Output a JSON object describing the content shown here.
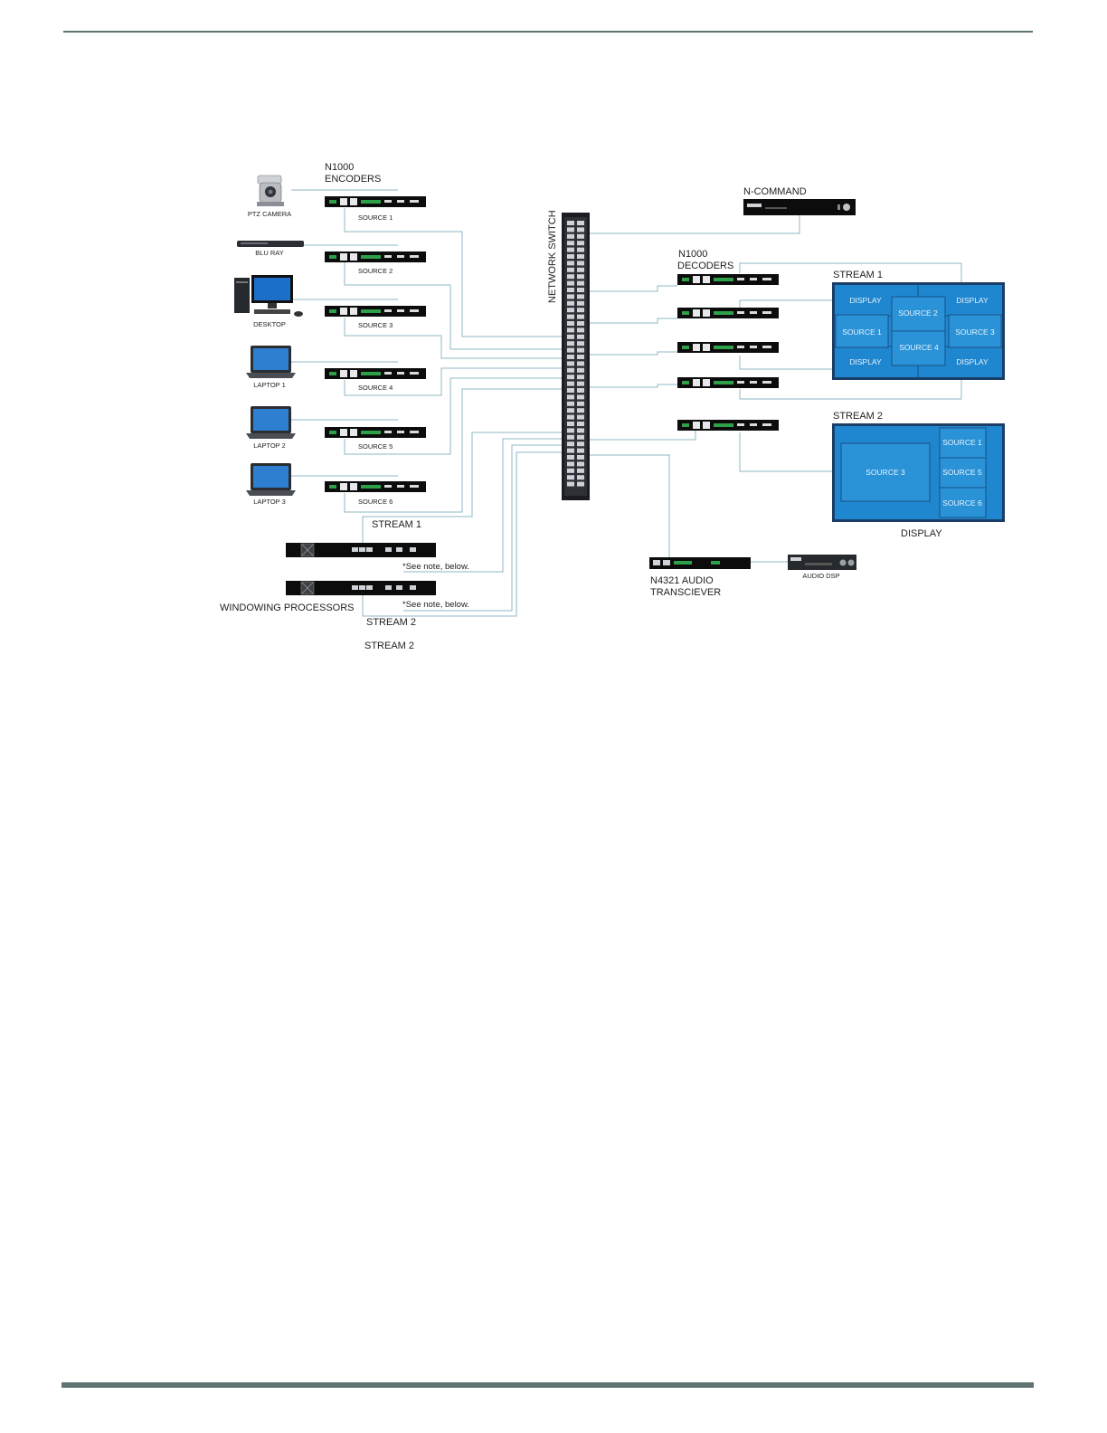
{
  "labels": {
    "encoders_line1": "N1000",
    "encoders_line2": "ENCODERS",
    "decoders_line1": "N1000",
    "decoders_line2": "DECODERS",
    "network_switch": "NETWORK SWITCH",
    "n_command": "N-COMMAND",
    "stream1_top": "STREAM 1",
    "stream2_top": "STREAM 2",
    "display_caption": "DISPLAY",
    "audio_line1": "N4321 AUDIO",
    "audio_line2": "TRANSCIEVER",
    "audio_dsp": "AUDIO DSP",
    "windowing_processors": "WINDOWING PROCESSORS",
    "stream1_bottom": "STREAM 1",
    "stream2_bottom_a": "STREAM 2",
    "stream2_bottom_b": "STREAM 2",
    "note_a": "*See note, below.",
    "note_b": "*See note, below."
  },
  "sources": [
    {
      "device": "PTZ CAMERA",
      "encoder": "SOURCE 1"
    },
    {
      "device": "BLU RAY",
      "encoder": "SOURCE 2"
    },
    {
      "device": "DESKTOP",
      "encoder": "SOURCE 3"
    },
    {
      "device": "LAPTOP 1",
      "encoder": "SOURCE 4"
    },
    {
      "device": "LAPTOP 2",
      "encoder": "SOURCE 5"
    },
    {
      "device": "LAPTOP 3",
      "encoder": "SOURCE 6"
    }
  ],
  "wall1": {
    "corners": [
      "DISPLAY",
      "DISPLAY",
      "DISPLAY",
      "DISPLAY"
    ],
    "tiles": [
      "SOURCE 1",
      "SOURCE 2",
      "SOURCE 3",
      "SOURCE 4"
    ]
  },
  "wall2": {
    "tiles": [
      "SOURCE 3",
      "SOURCE 1",
      "SOURCE 5",
      "SOURCE 6"
    ]
  },
  "colors": {
    "line": "#8fb7c4",
    "device": "#0c0c0c",
    "screen": "#1f87cf",
    "screen_frame": "#1b3e66",
    "rule": "#5d7473"
  }
}
